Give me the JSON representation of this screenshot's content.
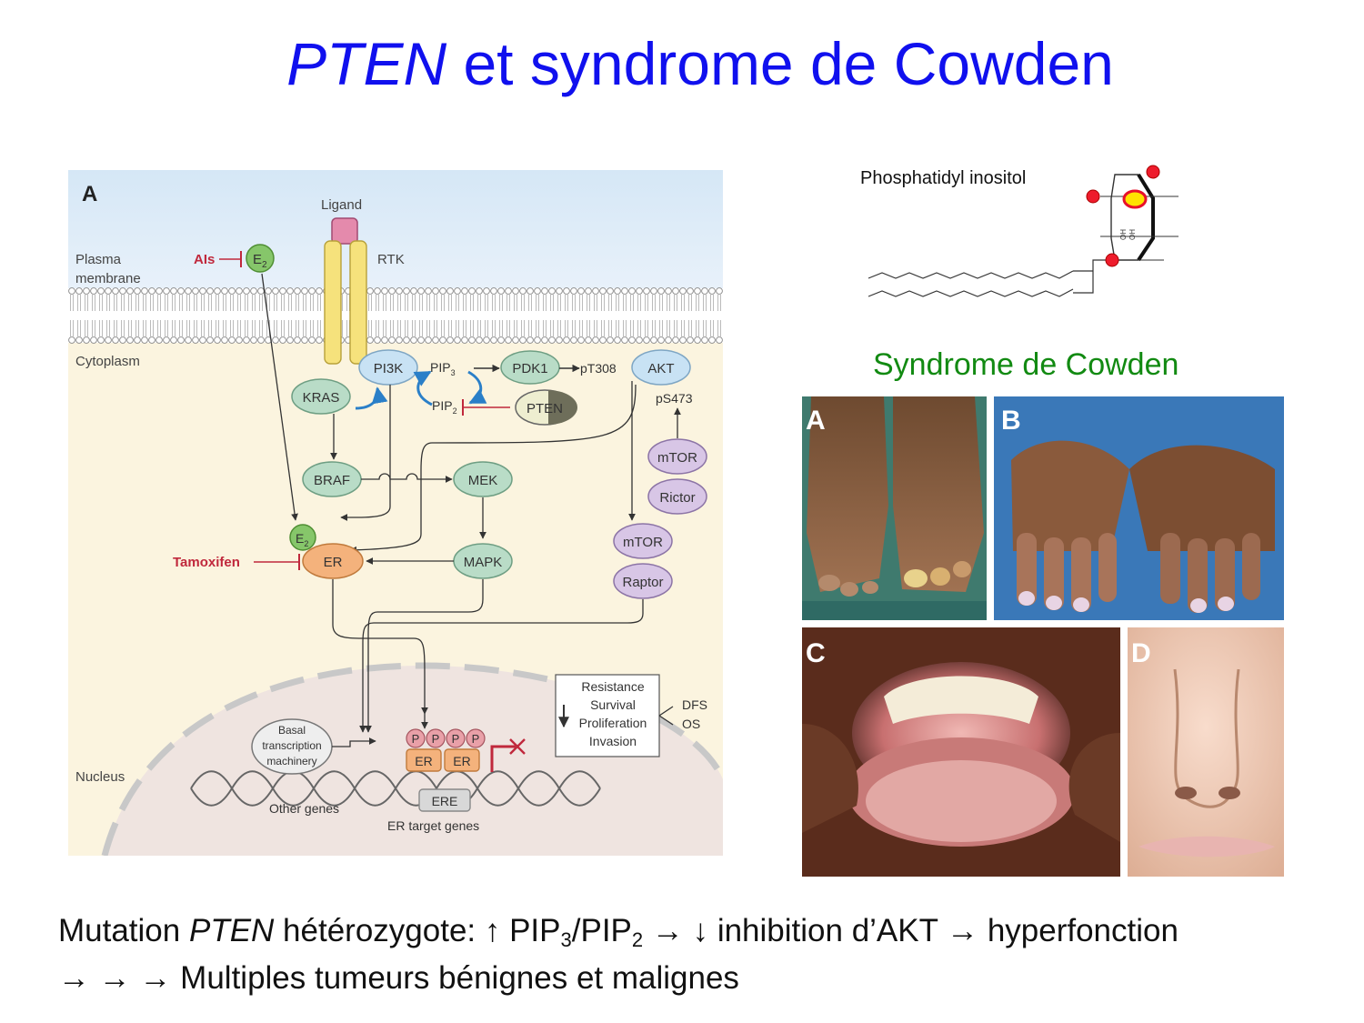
{
  "title": {
    "gene": "PTEN",
    "rest": " et syndrome de Cowden"
  },
  "pathway": {
    "panel_letter": "A",
    "compartments": {
      "plasma_membrane": "Plasma membrane",
      "cytoplasm": "Cytoplasm",
      "nucleus": "Nucleus"
    },
    "ligand": "Ligand",
    "rtk": "RTK",
    "inhibitors": {
      "ais": "AIs",
      "tamoxifen": "Tamoxifen"
    },
    "e2": "E",
    "e2_sub": "2",
    "nodes": {
      "pi3k": "PI3K",
      "kras": "KRAS",
      "pdk1": "PDK1",
      "akt": "AKT",
      "pten": "PTEN",
      "braf": "BRAF",
      "mek": "MEK",
      "er": "ER",
      "mapk": "MAPK",
      "mtor1": "mTOR",
      "rictor": "Rictor",
      "mtor2": "mTOR",
      "raptor": "Raptor"
    },
    "pip3": "PIP",
    "pip3_sub": "3",
    "pip2": "PIP",
    "pip2_sub": "2",
    "pt308": "pT308",
    "ps473": "pS473",
    "basal": [
      "Basal",
      "transcription",
      "machinery"
    ],
    "p": "P",
    "er_dimer": "ER",
    "ere": "ERE",
    "other_genes": "Other genes",
    "er_target_genes": "ER target genes",
    "outcomes": [
      "Resistance",
      "Survival",
      "Proliferation",
      "Invasion"
    ],
    "dfs": "DFS",
    "os": "OS"
  },
  "phosphatidyl": {
    "label": "Phosphatidyl inositol",
    "oh": "OH"
  },
  "photos": {
    "title": "Syndrome de Cowden",
    "panels": [
      "A",
      "B",
      "C",
      "D"
    ]
  },
  "caption": {
    "line1": {
      "mutation": "Mutation ",
      "gene": "PTEN",
      "hetero": " hétérozygote: ↑ PIP",
      "sub3": "3",
      "slash": "/PIP",
      "sub2": "2",
      "rest": " → ↓ inhibition d’AKT → hyperfonction"
    },
    "line2": "→ → → Multiples tumeurs bénignes et malignes"
  }
}
